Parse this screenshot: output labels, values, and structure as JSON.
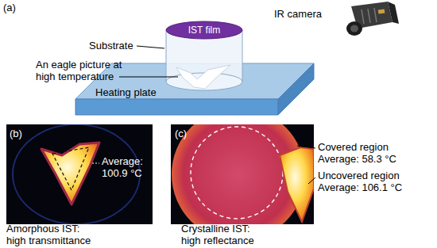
{
  "diagram": {
    "nodes": [
      {
        "text": [
          "IST film"
        ]
      },
      {
        "text": [
          "Heating plate"
        ]
      }
    ],
    "labels": [
      "(a)",
      "IR camera",
      "Substrate",
      "An eagle picture at high temperature",
      "(b)",
      "Average: 100.9 °C",
      "Amorphous IST: high transmittance",
      "(c)",
      "Covered region Average: 58.3 °C",
      "Uncovered region Average: 106.1 °C",
      "Crystalline IST: high reflectance"
    ]
  }
}
